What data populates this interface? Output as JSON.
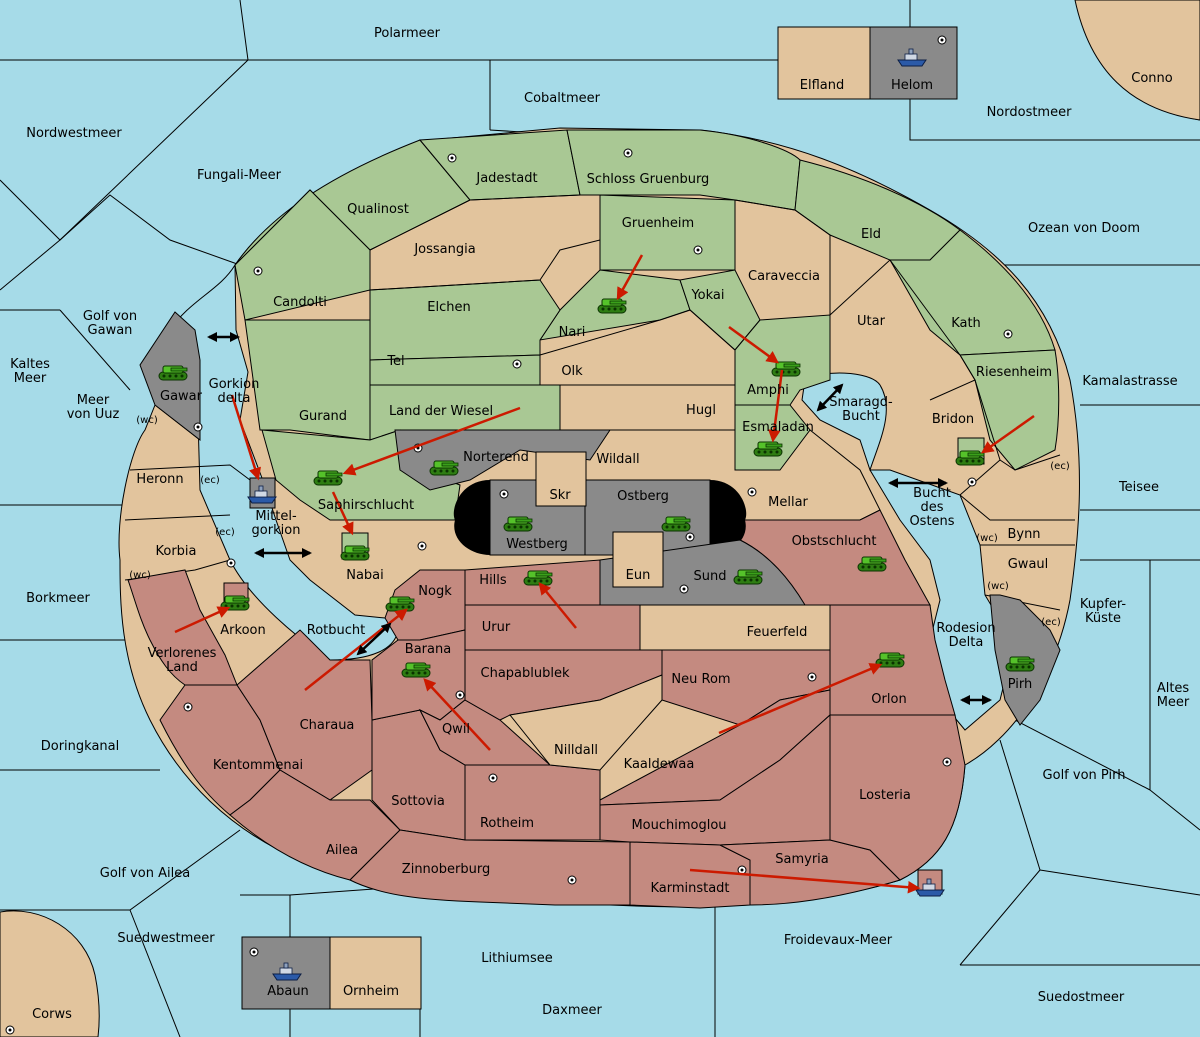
{
  "map": {
    "colors": {
      "sea": "#a6dbe8",
      "neutral_land": "#e2c49d",
      "green_power": "#a9c894",
      "red_power": "#c48a80",
      "impassable": "#8a8a8a",
      "order_arrow": "#cc1a00",
      "support_marker": "#000000"
    },
    "labels": {
      "polarmeer": "Polarmeer",
      "elfland": "Elfland",
      "helom": "Helom",
      "conno": "Conno",
      "cobaltmeer": "Cobaltmeer",
      "nordostmeer": "Nordostmeer",
      "nordwestmeer": "Nordwestmeer",
      "fungali": "Fungali-Meer",
      "jadestadt": "Jadestadt",
      "schloss": "Schloss Gruenburg",
      "qualinost": "Qualinost",
      "gruenheim": "Gruenheim",
      "eld": "Eld",
      "ozean": "Ozean von Doom",
      "jossangia": "Jossangia",
      "caraveccia": "Caraveccia",
      "candolti": "Candolti",
      "yokai": "Yokai",
      "elchen": "Elchen",
      "nari": "Nari",
      "utar": "Utar",
      "kath": "Kath",
      "golf_gawan": "Golf von\nGawan",
      "tel": "Tel",
      "olk": "Olk",
      "amphi": "Amphi",
      "riesenheim": "Riesenheim",
      "kamalastrasse": "Kamalastrasse",
      "kaltes_meer": "Kaltes\nMeer",
      "gawar": "Gawar",
      "gorkion_delta": "Gorkion\ndelta",
      "meer_uuz": "Meer\nvon Uuz",
      "wc1": "(wc)",
      "gurand": "Gurand",
      "land_wiesel": "Land der Wiesel",
      "hugl": "Hugl",
      "smaragd": "Smaragd-\nBucht",
      "bridon": "Bridon",
      "esmaladan": "Esmaladan",
      "norterend": "Norterend",
      "wildall": "Wildall",
      "heronn": "Heronn",
      "ec1": "(ec)",
      "saphirschlucht": "Saphirschlucht",
      "skr": "Skr",
      "ostberg": "Ostberg",
      "mellar": "Mellar",
      "teisee": "Teisee",
      "ec2": "(ec)",
      "bucht_ostens": "Bucht\ndes\nOstens",
      "mittelgorkion": "Mittel-\ngorkion",
      "westberg": "Westberg",
      "obstschlucht": "Obstschlucht",
      "bynn": "Bynn",
      "wc2": "(wc)",
      "korbia": "Korbia",
      "ec3": "(ec)",
      "nabai": "Nabai",
      "eun": "Eun",
      "sund": "Sund",
      "gwaul": "Gwaul",
      "wc3": "(wc)",
      "wc4": "(wc)",
      "hills": "Hills",
      "nogk": "Nogk",
      "borkmeer": "Borkmeer",
      "urur": "Urur",
      "feuerfeld": "Feuerfeld",
      "ec4": "(ec)",
      "kupfer": "Kupfer-\nKüste",
      "arkoon": "Arkoon",
      "rotbucht": "Rotbucht",
      "rodesion": "Rodesion\nDelta",
      "verlorenes": "Verlorenes\nLand",
      "barana": "Barana",
      "chapablublek": "Chapablublek",
      "neu_rom": "Neu Rom",
      "pirh": "Pirh",
      "orlon": "Orlon",
      "charaua": "Charaua",
      "altes_meer": "Altes\nMeer",
      "qwil": "Qwil",
      "doringkanal": "Doringkanal",
      "nilldall": "Nilldall",
      "kentommenai": "Kentommenai",
      "kaaldewaa": "Kaaldewaa",
      "golf_pirh": "Golf von Pirh",
      "losteria": "Losteria",
      "sottovia": "Sottovia",
      "rotheim": "Rotheim",
      "mouchimoglou": "Mouchimoglou",
      "ailea": "Ailea",
      "samyria": "Samyria",
      "golf_ailea": "Golf von Ailea",
      "zinnoberburg": "Zinnoberburg",
      "karminstadt": "Karminstadt",
      "suedwestmeer": "Suedwestmeer",
      "froidevaux": "Froidevaux-Meer",
      "lithiumsee": "Lithiumsee",
      "abaun": "Abaun",
      "ornheim": "Ornheim",
      "suedostmeer": "Suedostmeer",
      "daxmeer": "Daxmeer",
      "corws": "Corws"
    },
    "icons": {
      "army": "tank-icon",
      "fleet": "ship-icon",
      "supply_center": "supply-center-icon",
      "move_order": "arrow-icon",
      "passage": "double-arrow-icon"
    }
  }
}
